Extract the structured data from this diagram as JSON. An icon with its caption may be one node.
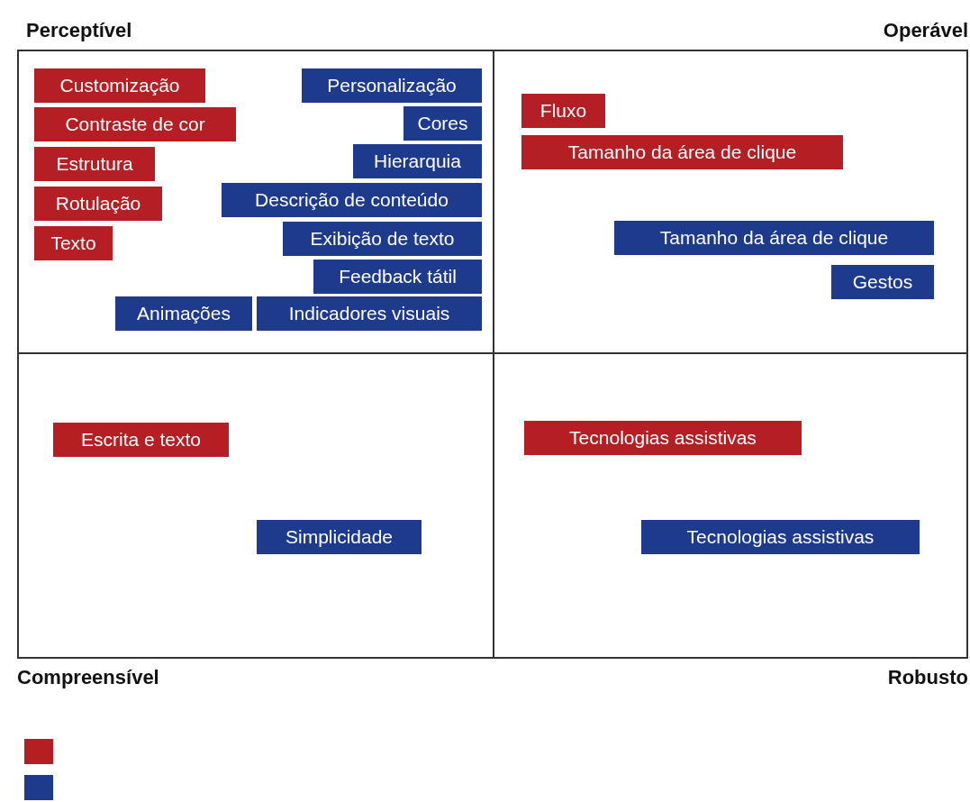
{
  "diagram": {
    "nodes": [
      {
        "text": [
          "Perceptível"
        ]
      },
      {
        "text": [
          "Customização"
        ],
        "in": 0
      },
      {
        "text": [
          "Contraste de cor"
        ],
        "in": 0
      },
      {
        "text": [
          "Estrutura"
        ],
        "in": 0
      },
      {
        "text": [
          "Rotulação"
        ],
        "in": 0
      },
      {
        "text": [
          "Texto"
        ],
        "in": 0
      },
      {
        "text": [
          "Personalização"
        ],
        "in": 0
      },
      {
        "text": [
          "Cores"
        ],
        "in": 0
      },
      {
        "text": [
          "Hierarquia"
        ],
        "in": 0
      },
      {
        "text": [
          "Descrição de conteúdo"
        ],
        "in": 0
      },
      {
        "text": [
          "Exibição de texto"
        ],
        "in": 0
      },
      {
        "text": [
          "Feedback tátil"
        ],
        "in": 0
      },
      {
        "text": [
          "Animações"
        ],
        "in": 0
      },
      {
        "text": [
          "Indicadores visuais"
        ],
        "in": 0
      },
      {
        "text": [
          "Operável"
        ]
      },
      {
        "text": [
          "Fluxo"
        ],
        "in": 14
      },
      {
        "text": [
          "Tamanho da área de clique"
        ],
        "in": 14
      },
      {
        "text": [
          "Tamanho da área de clique"
        ],
        "in": 14
      },
      {
        "text": [
          "Gestos"
        ],
        "in": 14
      },
      {
        "text": [
          "Compreensível"
        ]
      },
      {
        "text": [
          "Escrita e texto"
        ],
        "in": 19
      },
      {
        "text": [
          "Simplicidade"
        ],
        "in": 19
      },
      {
        "text": [
          "Robusto"
        ]
      },
      {
        "text": [
          "Tecnologias assistivas"
        ],
        "in": 22
      },
      {
        "text": [
          "Tecnologias assistivas"
        ],
        "in": 22
      }
    ]
  }
}
